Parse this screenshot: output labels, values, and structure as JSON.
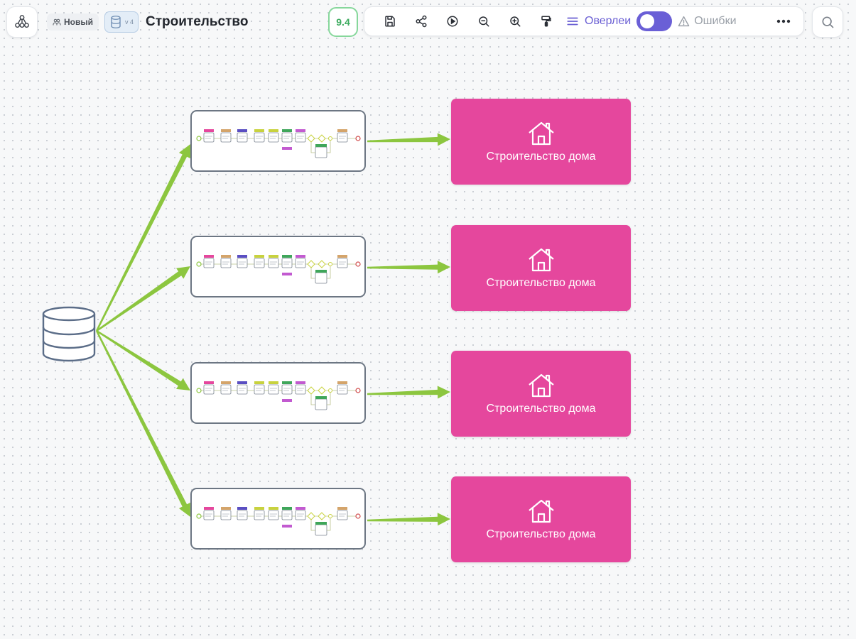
{
  "header": {
    "status_badge": "Новый",
    "version_badge": "v 4",
    "title": "Строительство",
    "score": "9.4"
  },
  "toolbar": {
    "overlay_label": "Оверлеи",
    "overlay_enabled": true,
    "errors_label": "Ошибки",
    "icons": [
      "save-icon",
      "share-icon",
      "play-icon",
      "zoom-out-icon",
      "zoom-in-icon",
      "paint-roller-icon",
      "menu-lines-icon",
      "warning-icon",
      "more-icon",
      "search-icon"
    ]
  },
  "canvas": {
    "source_node": "database-icon",
    "edge_color": "#8cc63f",
    "flows": [
      {
        "target_label": "Строительство дома",
        "target_icon": "house-icon",
        "target_color": "#e5479d"
      },
      {
        "target_label": "Строительство дома",
        "target_icon": "house-icon",
        "target_color": "#e5479d"
      },
      {
        "target_label": "Строительство дома",
        "target_icon": "house-icon",
        "target_color": "#e5479d"
      },
      {
        "target_label": "Строительство дома",
        "target_icon": "house-icon",
        "target_color": "#e5479d"
      }
    ]
  }
}
